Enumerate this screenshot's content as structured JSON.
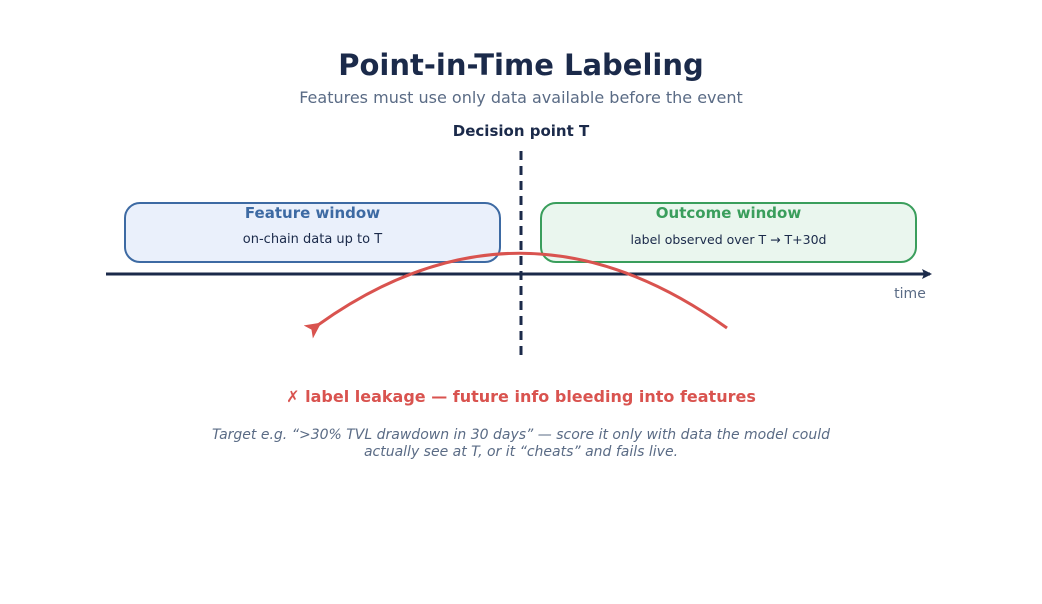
{
  "header": {
    "title": "Point-in-Time Labeling",
    "subtitle": "Features must use only data available before the event"
  },
  "decision_point": {
    "label": "Decision point  T"
  },
  "feature_window": {
    "title": "Feature window",
    "subtitle": "on-chain data up to T"
  },
  "outcome_window": {
    "title": "Outcome window",
    "subtitle": "label observed over T → T+30d"
  },
  "axis": {
    "label": "time"
  },
  "leakage": {
    "label": "✗  label leakage — future info bleeding into features"
  },
  "note": {
    "line1": "Target e.g. “>30% TVL drawdown in 30 days” — score it only with data the model could",
    "line2": "actually see at T, or it “cheats” and fails live."
  },
  "colors": {
    "navy": "#1b2a4a",
    "feature_blue": "#3d6aa3",
    "outcome_green": "#3a9e5c",
    "leak_red": "#d9534f"
  }
}
